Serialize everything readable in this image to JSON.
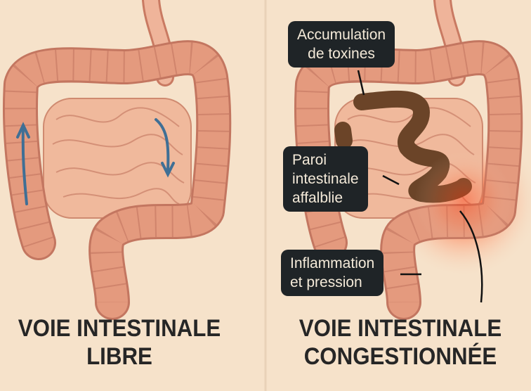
{
  "panels": {
    "left": {
      "title_line1": "VOIE INTESTINALE",
      "title_line2": "LIBRE"
    },
    "right": {
      "title_line1": "VOIE INTESTINALE",
      "title_line2": "CONGESTIONNÉE",
      "labels": [
        {
          "line1": "Accumulation",
          "line2": "de toxines"
        },
        {
          "line1": "Paroi",
          "line2": "intestinale",
          "line3": "affalblie"
        },
        {
          "line1": "Inflammation",
          "line2": "et pression"
        }
      ]
    }
  },
  "colors": {
    "background": "#f6e2ca",
    "colon": "#e49a7e",
    "small_intestine": "#f0b99c",
    "flow_arrow": "#3f6f95",
    "toxin": "#6b4428",
    "inflammation": "#ff4a1f",
    "label_bg": "#1f2427"
  }
}
